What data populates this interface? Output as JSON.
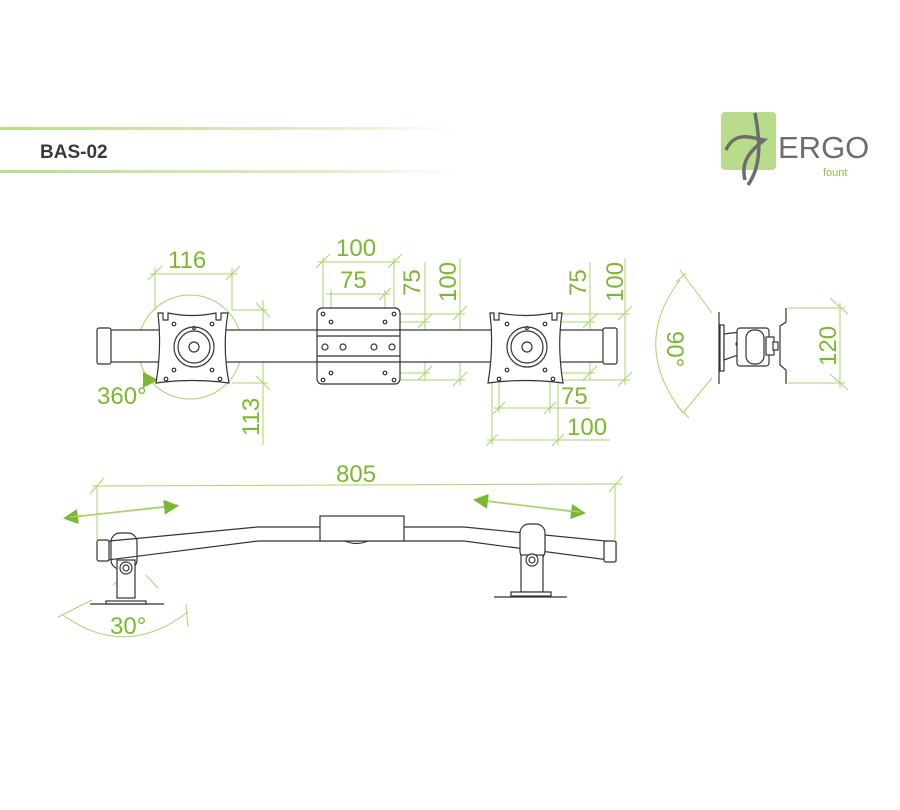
{
  "header": {
    "title": "BAS-02"
  },
  "logo": {
    "brand": "ERGO",
    "sub": "fount",
    "colors": {
      "green": "#b9dc8c",
      "gray": "#6d6d6d"
    }
  },
  "colors": {
    "dimension": "#7cb82f",
    "line": "#a9d46b",
    "drawing": "#333333"
  },
  "top_view": {
    "plate_width": "116",
    "rotation": "360°",
    "plate_height": "113",
    "center_width_outer": "100",
    "center_width_inner": "75",
    "center_height_inner": "75",
    "center_height_outer": "100",
    "right_height_inner": "75",
    "right_height_outer": "100",
    "right_width_inner": "75",
    "right_width_outer": "100"
  },
  "side_view": {
    "tilt": "90°",
    "height": "120"
  },
  "front_view": {
    "length": "805",
    "swivel": "30°"
  }
}
